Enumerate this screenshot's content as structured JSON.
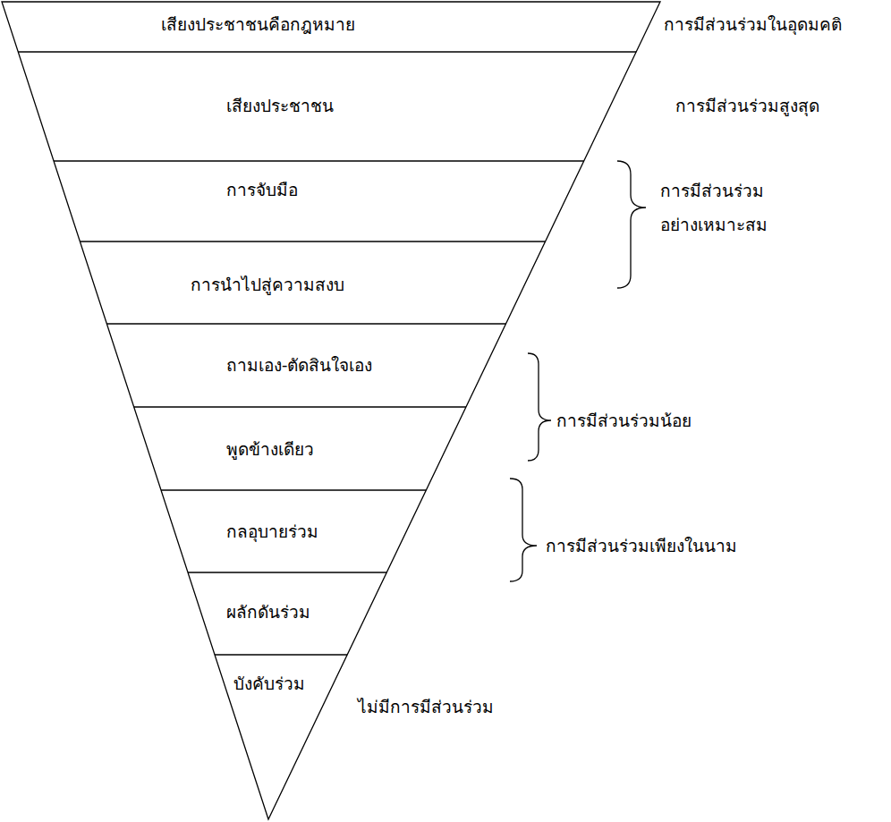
{
  "diagram": {
    "nodes": [
      {
        "text": [
          "เสียงประชาชนคือกฎหมาย"
        ]
      },
      {
        "text": [
          "เสียงประชาชน"
        ]
      },
      {
        "text": [
          "การจับมือ"
        ]
      },
      {
        "text": [
          "การนำไปสู่ความสงบ"
        ]
      },
      {
        "text": [
          "ถามเอง-ตัดสินใจเอง"
        ]
      },
      {
        "text": [
          "พูดข้างเดียว"
        ]
      },
      {
        "text": [
          "กลอุบายร่วม"
        ]
      },
      {
        "text": [
          "ผลักดันร่วม"
        ]
      },
      {
        "text": [
          "บังคับร่วม"
        ]
      }
    ],
    "labels": [
      "การมีส่วนร่วมในอุดมคติ",
      "การมีส่วนร่วมสูงสุด",
      "การมีส่วนร่วม อย่างเหมาะสม",
      "การมีส่วนร่วมน้อย",
      "การมีส่วนร่วมเพียงในนาม",
      "ไม่มีการมีส่วนร่วม"
    ]
  }
}
